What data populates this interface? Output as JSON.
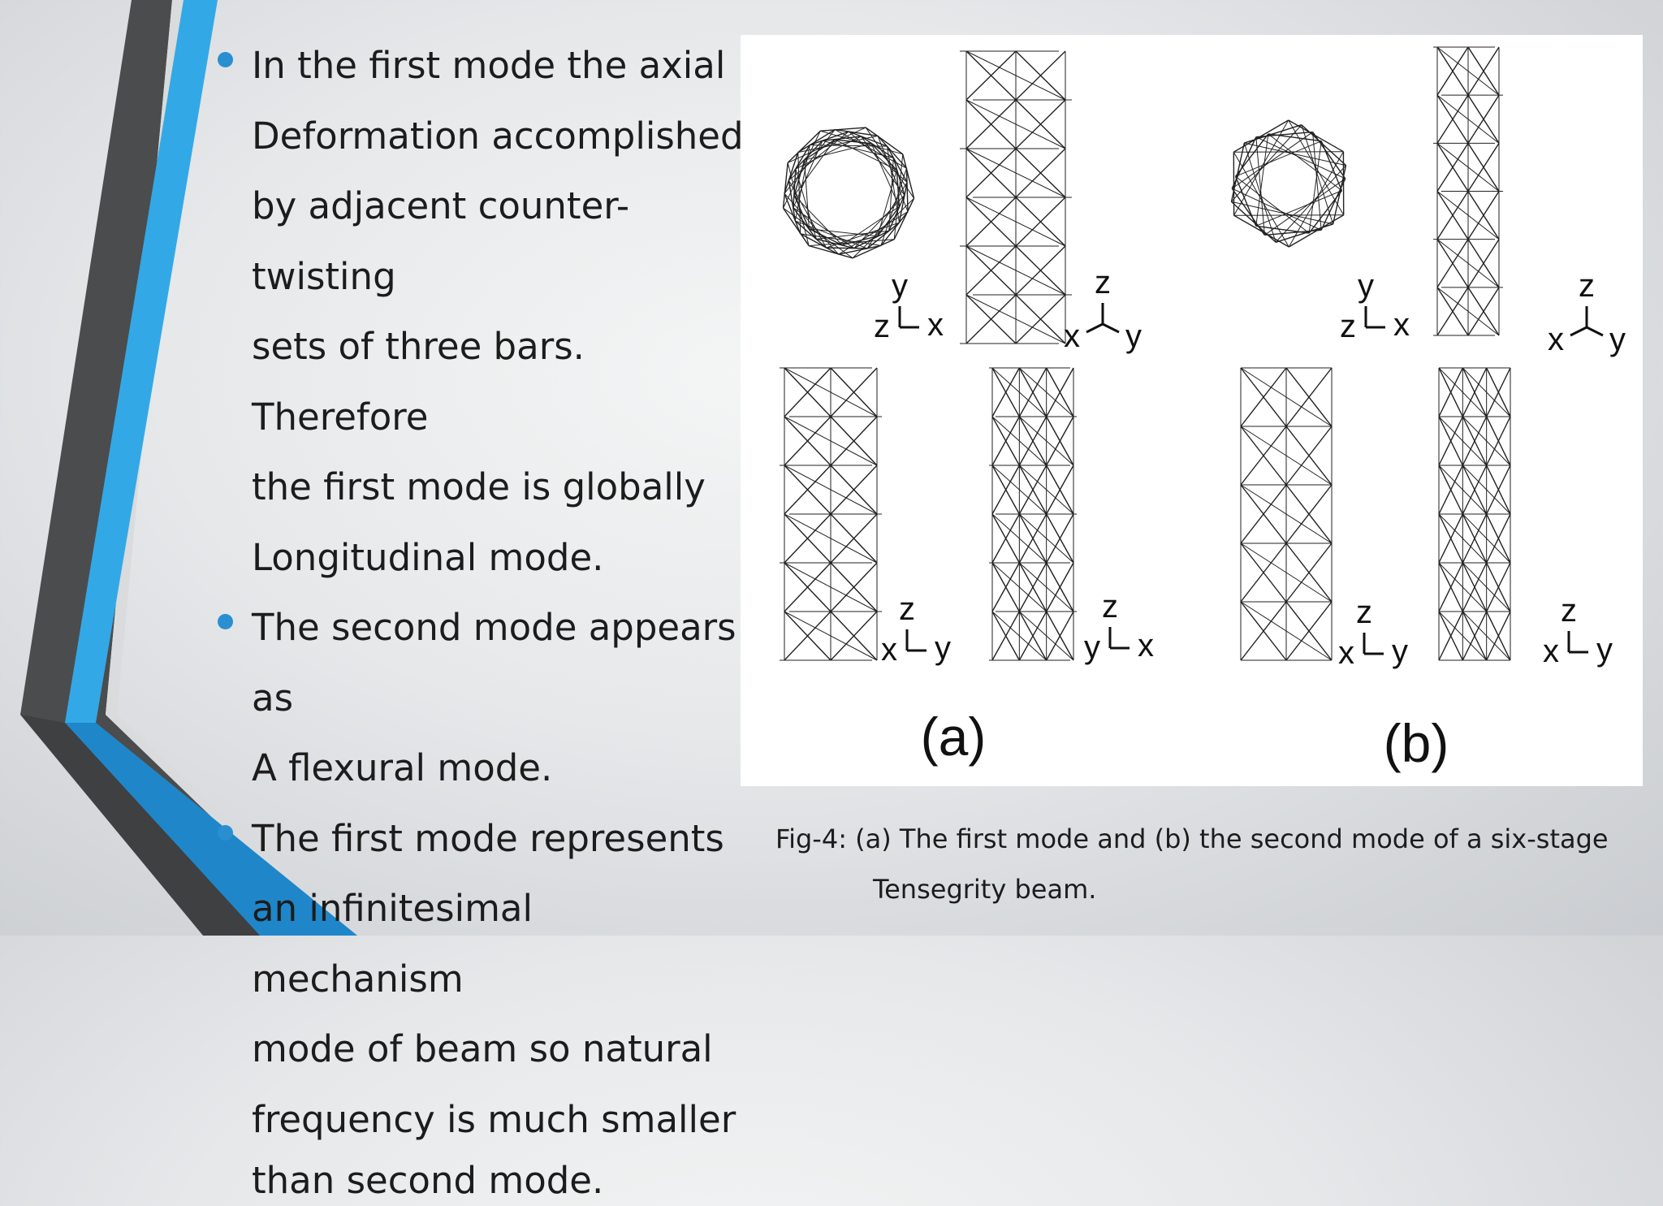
{
  "bullets": [
    {
      "lines": [
        "In the first mode the axial",
        "Deformation accomplished",
        "by adjacent counter-twisting",
        "sets of three bars. Therefore",
        "the first mode is globally",
        "Longitudinal mode."
      ]
    },
    {
      "lines": [
        "The second mode appears as",
        "A flexural mode."
      ]
    },
    {
      "lines": [
        "The first mode represents",
        "an infinitesimal mechanism",
        "mode of beam so natural",
        "frequency is much smaller",
        "than second mode."
      ]
    }
  ],
  "figure": {
    "panel_a": "(a)",
    "panel_b": "(b)",
    "axes": {
      "top_a_left": {
        "up": "y",
        "left": "z",
        "right": "x"
      },
      "top_a_right": {
        "up": "z",
        "left": "x",
        "right": "y"
      },
      "top_b_left": {
        "up": "y",
        "left": "z",
        "right": "x"
      },
      "top_b_right": {
        "up": "z",
        "left": "x",
        "right": "y"
      },
      "bot_a_left": {
        "up": "z",
        "left": "x",
        "right": "y"
      },
      "bot_a_right": {
        "up": "z",
        "left": "y",
        "right": "x"
      },
      "bot_b_left": {
        "up": "z",
        "left": "x",
        "right": "y"
      },
      "bot_b_right": {
        "up": "z",
        "left": "x",
        "right": "y"
      }
    }
  },
  "caption": {
    "line1": "Fig-4: (a) The first mode and (b) the second mode of a six-stage",
    "line2": "Tensegrity beam."
  },
  "colors": {
    "accent": "#2a8fd0",
    "stripe_blue": "#33a8e6",
    "stripe_dark": "#4b4c4e"
  }
}
